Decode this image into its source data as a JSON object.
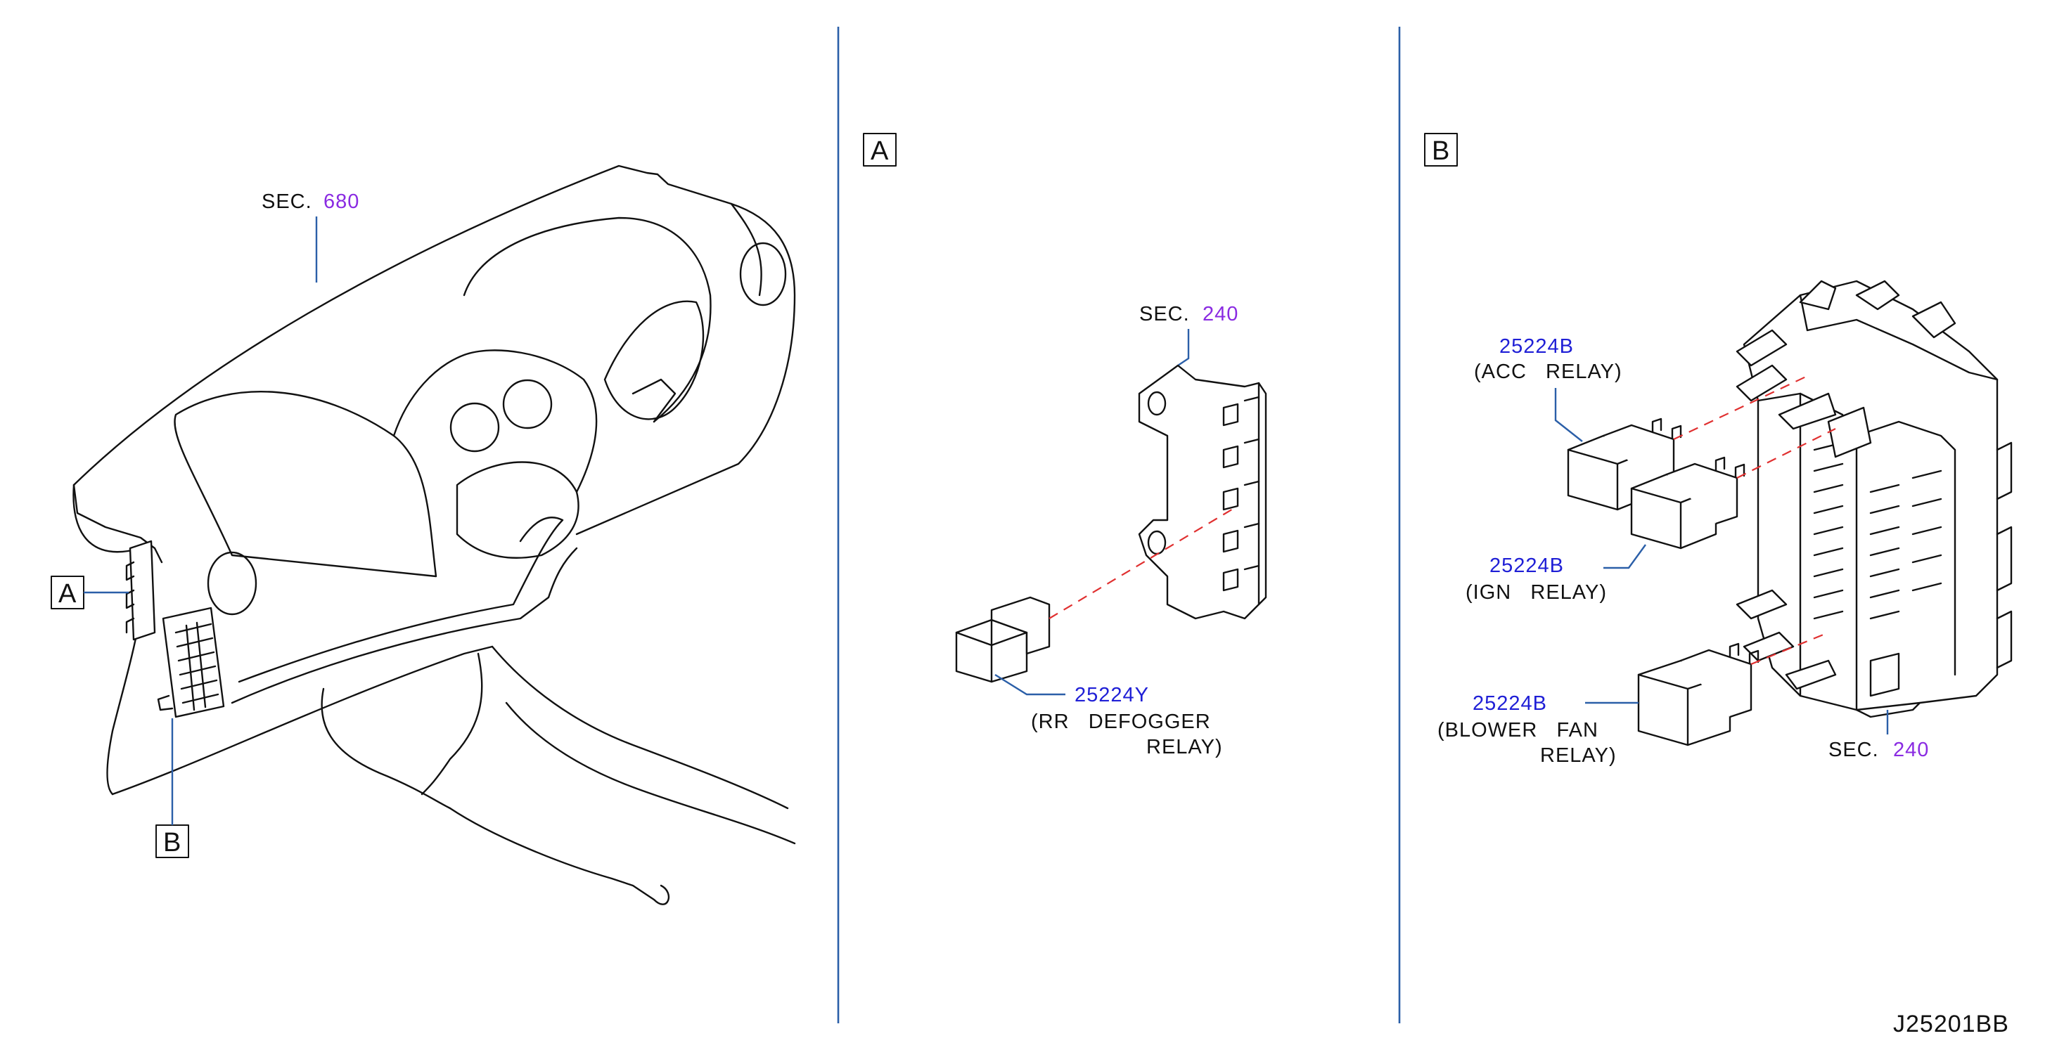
{
  "panels": {
    "a_label": "A",
    "b_label": "B"
  },
  "overview": {
    "sec_prefix": "SEC.",
    "sec_number": "680",
    "callout_a": "A",
    "callout_b": "B"
  },
  "panel_a": {
    "sec_prefix": "SEC.",
    "sec_number": "240",
    "relay": {
      "part_number": "25224Y",
      "name_line1": "(RR   DEFOGGER",
      "name_line2": "RELAY)"
    }
  },
  "panel_b": {
    "sec_prefix": "SEC.",
    "sec_number": "240",
    "relays": [
      {
        "part_number": "25224B",
        "name_line1": "(ACC   RELAY)",
        "name_line2": ""
      },
      {
        "part_number": "25224B",
        "name_line1": "(IGN   RELAY)",
        "name_line2": ""
      },
      {
        "part_number": "25224B",
        "name_line1": "(BLOWER   FAN",
        "name_line2": "RELAY)"
      }
    ]
  },
  "diagram_code": "J25201BB",
  "colors": {
    "part_number": "#1f1fd6",
    "section_number": "#8a2be2",
    "leader_line": "#2b5fa8",
    "alignment_dash": "#e03030"
  }
}
